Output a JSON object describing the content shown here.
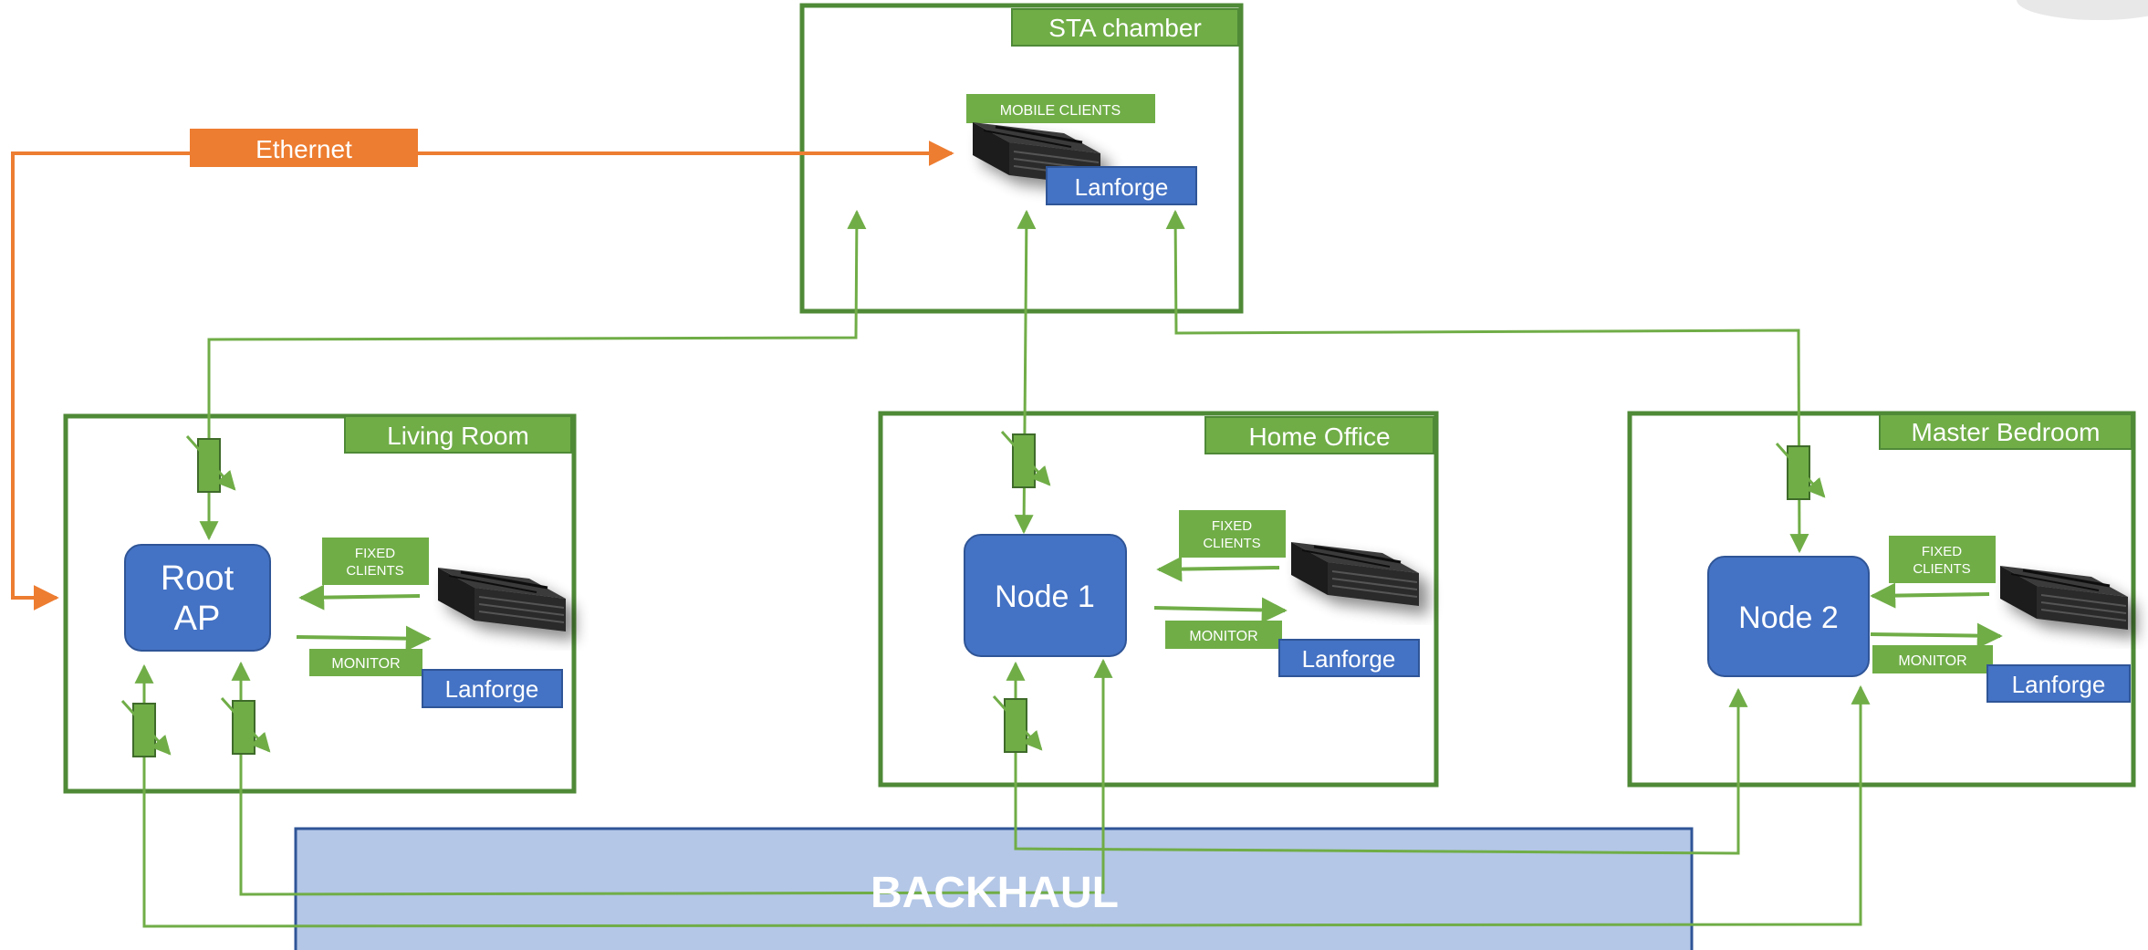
{
  "colors": {
    "room_border": "#4f8a37",
    "label_green": "#70ad47",
    "node_blue": "#4472c4",
    "node_border": "#2f5597",
    "backhaul_fill": "#b4c7e7",
    "backhaul_border": "#2f5597",
    "ethernet": "#ed7d31",
    "line_green": "#70ad47",
    "attenuator_fill": "#70ad47",
    "attenuator_border": "#3f6b2a",
    "device_dark": "#2b2b2b"
  },
  "icons": {
    "lanforge_device": "rack-server-icon",
    "attenuator": "variable-attenuator-icon",
    "arrow": "arrow-head-icon"
  },
  "ethernet": {
    "label": "Ethernet"
  },
  "sta_chamber": {
    "title": "STA chamber",
    "clients_label": "MOBILE CLIENTS",
    "device_label": "Lanforge"
  },
  "rooms": [
    {
      "title": "Living Room",
      "node_label_line1": "Root",
      "node_label_line2": "AP",
      "clients_line1": "FIXED",
      "clients_line2": "CLIENTS",
      "monitor_label": "MONITOR",
      "device_label": "Lanforge"
    },
    {
      "title": "Home Office",
      "node_label_line1": "Node 1",
      "node_label_line2": "",
      "clients_line1": "FIXED",
      "clients_line2": "CLIENTS",
      "monitor_label": "MONITOR",
      "device_label": "Lanforge"
    },
    {
      "title": "Master Bedroom",
      "node_label_line1": "Node 2",
      "node_label_line2": "",
      "clients_line1": "FIXED",
      "clients_line2": "CLIENTS",
      "monitor_label": "MONITOR",
      "device_label": "Lanforge"
    }
  ],
  "backhaul": {
    "label": "BACKHAUL"
  }
}
